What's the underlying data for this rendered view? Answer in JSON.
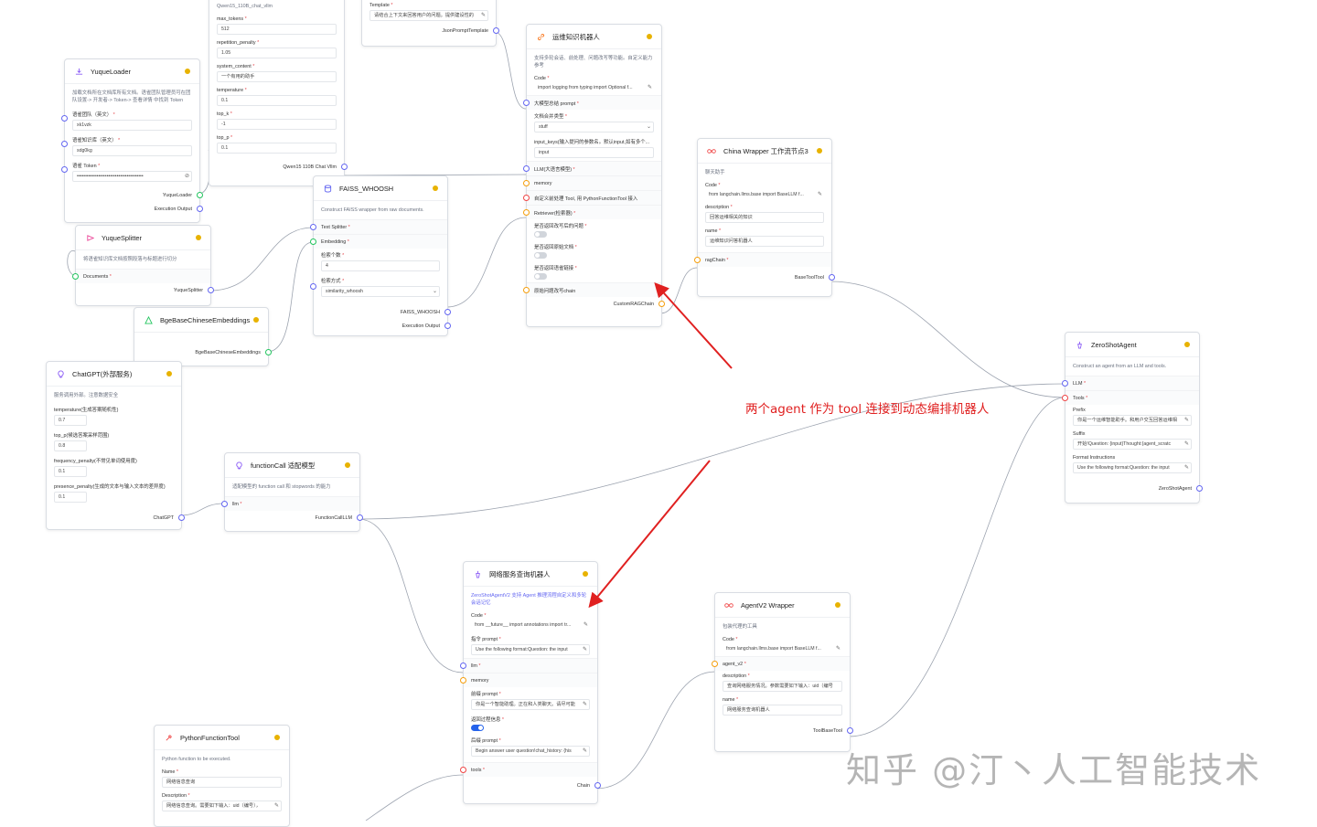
{
  "annotation_text": "两个agent 作为 tool 连接到动态编排机器人",
  "watermark": "知乎 @汀丶人工智能技术",
  "colors": {
    "accent": "#6366f1",
    "status_dot": "#e8b200",
    "annotation": "#e02020",
    "edge": "#9ca3af"
  },
  "nodes": {
    "qwen": {
      "subtitle": "Qwen15_110B_chat_vllm",
      "fields": [
        {
          "label": "max_tokens",
          "value": "512"
        },
        {
          "label": "repetition_penalty",
          "value": "1.05"
        },
        {
          "label": "system_content",
          "value": "一个有用的助手"
        },
        {
          "label": "temperature",
          "value": "0.1"
        },
        {
          "label": "top_k",
          "value": "-1"
        },
        {
          "label": "top_p",
          "value": "0.1"
        }
      ],
      "output": "Qwen15 110B Chat Vllm"
    },
    "template": {
      "label": "Template",
      "value": "请结合上下文来回答用户的问题。提供建设性的",
      "output": "JsonPromptTemplate"
    },
    "yuque_loader": {
      "icon": "download-icon",
      "title": "YuqueLoader",
      "desc": "加载文档所在文档库所有文档。语雀团队管理员可在团队设置-> 开发者-> Token-> 查看详情 中找到 Token",
      "fields": [
        {
          "label": "语雀团队（英文）",
          "value": "xk1vzk"
        },
        {
          "label": "语雀知识库（英文）",
          "value": "sdg0kg"
        },
        {
          "label": "语雀 Token",
          "value": "••••••••••••••••••••••••••••••••••••••••"
        }
      ],
      "outputs": [
        "YuqueLoader",
        "Execution Output"
      ]
    },
    "yuque_splitter": {
      "icon": "scissors-icon",
      "title": "YuqueSplitter",
      "desc": "将语雀知识库文档按照段落与标题进行切分",
      "input": "Documents",
      "output": "YuqueSplitter"
    },
    "faiss": {
      "title": "FAISS_WHOOSH",
      "desc": "Construct FAISS wrapper from raw documents.",
      "inputs": [
        "Text Splitter",
        "Embedding"
      ],
      "fields": [
        {
          "label": "检索个数",
          "value": "4"
        },
        {
          "label": "检索方式",
          "value": "similarity_whoosh"
        }
      ],
      "outputs": [
        "FAISS_WHOOSH",
        "Execution Output"
      ]
    },
    "bge": {
      "icon": "triangle-icon",
      "title": "BgeBaseChineseEmbeddings",
      "output": "BgeBaseChineseEmbeddings"
    },
    "ops_bot": {
      "icon": "link-icon",
      "title": "运维知识机器人",
      "desc": "支持多轮会话、前处理、问题改写等功能。自定义能力参考",
      "code_label": "Code",
      "code_value": "import logging from typing import Optional f...",
      "prompt_label": "大模型总结 prompt",
      "merge_label": "文档合并类型",
      "merge_value": "stuff",
      "inputkeys_label": "input_keys(输入提问的参数名。默认input,如有多个...",
      "inputkeys_value": "input",
      "rows": [
        "LLM(大语言模型)",
        "memory",
        "自定义前处理 Tool, 用 PythonFunctionTool 接入",
        "Retriever(检索器)"
      ],
      "toggles": [
        "是否返回改写后的问题",
        "是否返回原始文档",
        "是否返回语雀链接"
      ],
      "rewrite": "原始问题改写chain",
      "output": "CustomRAGChain"
    },
    "china_wrapper": {
      "icon": "infinity-icon",
      "title": "China Wrapper 工作流节点3",
      "desc": "聊天助手",
      "code_label": "Code",
      "code_value": "from langchain.llms.base import BaseLLM f...",
      "desc_label": "description",
      "desc_value": "回答运维相关的知识",
      "name_label": "name",
      "name_value": "运维知识问答机器人",
      "input": "ragChain",
      "output": "BaseToolTool"
    },
    "zeroshot": {
      "icon": "agent-icon",
      "title": "ZeroShotAgent",
      "desc": "Construct an agent from an LLM and tools.",
      "inputs": [
        "LLM",
        "Tools"
      ],
      "fields": [
        {
          "label": "Prefix",
          "value": "你是一个运维智能助手。和用户交互回答运维相"
        },
        {
          "label": "Suffix",
          "value": "开始!Question: {input}Thought:{agent_scratc"
        },
        {
          "label": "Format Instructions",
          "value": "Use the following format:Question: the input"
        }
      ],
      "output": "ZeroShotAgent"
    },
    "chatgpt": {
      "icon": "bulb-icon",
      "title": "ChatGPT(外部服务)",
      "desc": "服务调用外部。注意数据安全",
      "fields": [
        {
          "label": "temperature(生成答案随机性)",
          "value": "0.7"
        },
        {
          "label": "top_p(候选答案采样范围)",
          "value": "0.8"
        },
        {
          "label": "frequency_penalty(不常见单词使用度)",
          "value": "0.1"
        },
        {
          "label": "presence_penalty(生成的文本与输入文本的差异度)",
          "value": "0.1"
        }
      ],
      "output": "ChatGPT"
    },
    "fcall": {
      "icon": "bulb-icon",
      "title": "functionCall 适配模型",
      "desc": "适配模型的 function call 和 stopwords 的能力",
      "input": "llm",
      "output": "FunctionCallLLM"
    },
    "net_bot": {
      "icon": "agent-icon",
      "title": "网络服务查询机器人",
      "desc": "ZeroShotAgentV2 支持 Agent 推理流程自定义和多轮会话记忆",
      "fields_top": [
        {
          "label": "Code",
          "value": "from __future__ import annotations import tr..."
        },
        {
          "label": "指令 prompt",
          "value": "Use the following format:Question: the input"
        }
      ],
      "rows": [
        "llm",
        "memory"
      ],
      "prefix_label": "前缀 prompt",
      "prefix_value": "你是一个智能助理。正在和人类聊天。请尽可能",
      "toggle_label": "返回过程信息",
      "suffix_label": "后缀 prompt",
      "suffix_value": "Begin answer user question!chat_history: {his",
      "tools": "tools",
      "output": "Chain"
    },
    "agentv2": {
      "icon": "infinity-icon",
      "title": "AgentV2 Wrapper",
      "desc": "包装代理的工具",
      "code_label": "Code",
      "code_value": "from langchain.llms.base import BaseLLM f...",
      "input": "agent_v2",
      "desc_label": "description",
      "desc_value": "查询网络服务情况。参数需要如下输入：uid（编号",
      "name_label": "name",
      "name_value": "网络服务查询机器人",
      "output": "ToolBaseTool"
    },
    "python_tool": {
      "icon": "wrench-icon",
      "title": "PythonFunctionTool",
      "desc": "Python function to be executed.",
      "fields": [
        {
          "label": "Name",
          "value": "网络信息查询"
        },
        {
          "label": "Description",
          "value": "网络信息查询。需要如下输入：uid（编号），"
        }
      ]
    }
  }
}
